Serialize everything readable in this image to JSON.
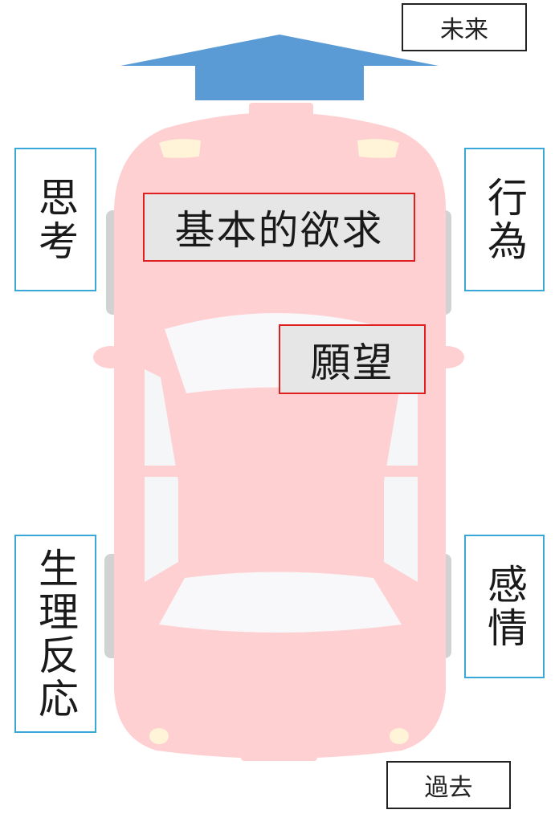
{
  "direction": {
    "future": "未来",
    "past": "過去"
  },
  "side_labels": {
    "thinking": "思考",
    "action": "行為",
    "physiology": "生理反応",
    "emotion": "感情"
  },
  "center_labels": {
    "basic_desire": "基本的欲求",
    "wish": "願望"
  },
  "colors": {
    "arrow": "#5b9bd5",
    "car_body": "#ffd0d2",
    "side_border": "#3aa7d9",
    "center_border": "#e02020",
    "center_fill": "#e6e6e6"
  }
}
